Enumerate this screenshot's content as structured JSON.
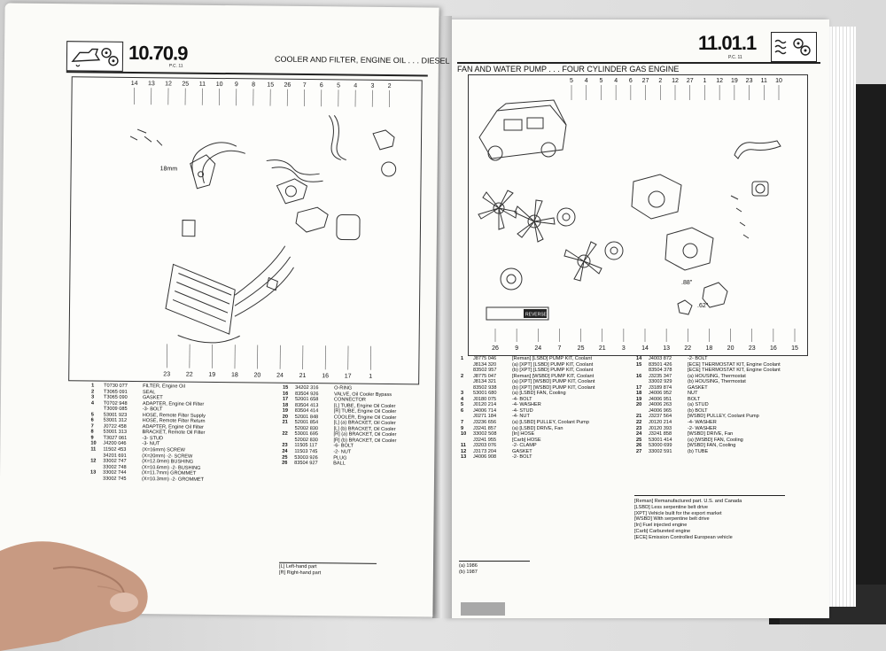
{
  "left": {
    "section_number": "10.70.9",
    "pc": "P.C. 11",
    "title": "COOLER AND FILTER, ENGINE OIL . . . DIESEL",
    "callouts_top": [
      "14",
      "13",
      "12",
      "25",
      "11",
      "10",
      "9",
      "8",
      "15",
      "26",
      "7",
      "6",
      "5",
      "4",
      "3",
      "2"
    ],
    "callouts_bottom": [
      "23",
      "22",
      "19",
      "18",
      "20",
      "24",
      "21",
      "16",
      "17",
      "1"
    ],
    "callout_mid": "18mm",
    "parts_col1": [
      {
        "i": "1",
        "n": "T0730 077",
        "d": "FILTER, Engine Oil"
      },
      {
        "i": "2",
        "n": "T3065 091",
        "d": "SEAL"
      },
      {
        "i": "3",
        "n": "T3065 090",
        "d": "GASKET"
      },
      {
        "i": "4",
        "n": "T0702 948",
        "d": "ADAPTER, Engine Oil Filter"
      },
      {
        "i": "",
        "n": "T3009 085",
        "d": "-3- BOLT"
      },
      {
        "i": "5",
        "n": "53001 923",
        "d": "HOSE, Remote Filter Supply"
      },
      {
        "i": "6",
        "n": "53001 312",
        "d": "HOSE, Remote Filter Return"
      },
      {
        "i": "7",
        "n": "J0722 458",
        "d": "ADAPTER, Engine Oil Filter"
      },
      {
        "i": "8",
        "n": "53001 313",
        "d": "BRACKET, Remote Oil Filter"
      },
      {
        "i": "9",
        "n": "T3027 061",
        "d": "-3- STUD"
      },
      {
        "i": "10",
        "n": "J4200 046",
        "d": "-3- NUT"
      },
      {
        "i": "11",
        "n": "11502 453",
        "d": "(X=16mm) SCREW"
      },
      {
        "i": "",
        "n": "34201 691",
        "d": "(X=20mm) -2- SCREW"
      },
      {
        "i": "12",
        "n": "33002 747",
        "d": "(X=12.0mm) BUSHING"
      },
      {
        "i": "",
        "n": "33002 748",
        "d": "(X=10.6mm) -2- BUSHING"
      },
      {
        "i": "13",
        "n": "33002 744",
        "d": "(X=11.7mm) GROMMET"
      },
      {
        "i": "",
        "n": "33002 745",
        "d": "(X=10.3mm) -2- GROMMET"
      }
    ],
    "parts_col2": [
      {
        "i": "15",
        "n": "34202 316",
        "d": "O-RING"
      },
      {
        "i": "16",
        "n": "83504 926",
        "d": "VALVE, Oil Cooler Bypass"
      },
      {
        "i": "17",
        "n": "52001 658",
        "d": "CONNECTOR"
      },
      {
        "i": "18",
        "n": "83504 413",
        "d": "[L] TUBE, Engine Oil Cooler"
      },
      {
        "i": "19",
        "n": "83504 414",
        "d": "[R] TUBE, Engine Oil Cooler"
      },
      {
        "i": "20",
        "n": "52001 848",
        "d": "COOLER, Engine Oil Cooler"
      },
      {
        "i": "21",
        "n": "52001 854",
        "d": "[L] (a) BRACKET, Oil Cooler"
      },
      {
        "i": "",
        "n": "52002 830",
        "d": "[L] (b) BRACKET, Oil Cooler"
      },
      {
        "i": "22",
        "n": "53001 695",
        "d": "[R] (a) BRACKET, Oil Cooler"
      },
      {
        "i": "",
        "n": "52002 830",
        "d": "[R] (b) BRACKET, Oil Cooler"
      },
      {
        "i": "23",
        "n": "11505 117",
        "d": "-6- BOLT"
      },
      {
        "i": "24",
        "n": "11503 745",
        "d": "-2- NUT"
      },
      {
        "i": "25",
        "n": "53003 926",
        "d": "PLUG"
      },
      {
        "i": "26",
        "n": "83504 927",
        "d": "BALL"
      }
    ],
    "legend": [
      "[L] Left-hand part",
      "[R] Right-hand part"
    ]
  },
  "right": {
    "section_number": "11.01.1",
    "pc": "P.C. 11",
    "title": "FAN AND WATER PUMP . . . FOUR CYLINDER GAS ENGINE",
    "callouts_top": [
      "5",
      "4",
      "5",
      "4",
      "6",
      "27",
      "2",
      "12",
      "27",
      "1",
      "12",
      "19",
      "23",
      "11",
      "10"
    ],
    "callouts_bottom": [
      "26",
      "9",
      "24",
      "7",
      "25",
      "21",
      "3",
      "14",
      "13",
      "22",
      "18",
      "20",
      "23",
      "16",
      "15"
    ],
    "callout_reverse": "REVERSE",
    "callout_dims": [
      ".88\"",
      ".62\""
    ],
    "parts_col1": [
      {
        "i": "1",
        "n": "J8775 046",
        "d": "[Reman] [LSBD] PUMP KIT, Coolant"
      },
      {
        "i": "",
        "n": "J8134 320",
        "d": "(a) [XPT] [LSBD] PUMP KIT, Coolant"
      },
      {
        "i": "",
        "n": "83502 957",
        "d": "(b) [XPT] [LSBD] PUMP KIT, Coolant"
      },
      {
        "i": "2",
        "n": "J8775 047",
        "d": "[Reman] [WSBD] PUMP KIT, Coolant"
      },
      {
        "i": "",
        "n": "J8134 321",
        "d": "(a) [XPT] [WSBD] PUMP KIT, Coolant"
      },
      {
        "i": "",
        "n": "83502 938",
        "d": "(b) [XPT] [WSBD] PUMP KIT, Coolant"
      },
      {
        "i": "3",
        "n": "53001 680",
        "d": "(a) [LSBD] FAN, Cooling"
      },
      {
        "i": "4",
        "n": "J0180 075",
        "d": "-4- BOLT"
      },
      {
        "i": "5",
        "n": "J0120 214",
        "d": "-4- WASHER"
      },
      {
        "i": "6",
        "n": "J4006 714",
        "d": "-4- STUD"
      },
      {
        "i": "",
        "n": "J0271 184",
        "d": "-4- NUT"
      },
      {
        "i": "7",
        "n": "J3236 656",
        "d": "(a) [LSBD] PULLEY, Coolant Pump"
      },
      {
        "i": "9",
        "n": "J3241 857",
        "d": "(a) [LSBD] DRIVE, Fan"
      },
      {
        "i": "10",
        "n": "33002 508",
        "d": "[In] HOSE"
      },
      {
        "i": "",
        "n": "J3241 955",
        "d": "[Carb] HOSE"
      },
      {
        "i": "11",
        "n": "J3203 076",
        "d": "-2- CLAMP"
      },
      {
        "i": "12",
        "n": "J3173 204",
        "d": "GASKET"
      },
      {
        "i": "13",
        "n": "J4006 908",
        "d": "-2- BOLT"
      }
    ],
    "parts_col2": [
      {
        "i": "14",
        "n": "J4003 872",
        "d": "-2- BOLT"
      },
      {
        "i": "15",
        "n": "83501 426",
        "d": "[ECE] THERMOSTAT KIT, Engine Coolant"
      },
      {
        "i": "",
        "n": "83504 378",
        "d": "[ECE] THERMOSTAT KIT, Engine Coolant"
      },
      {
        "i": "16",
        "n": "J3235 347",
        "d": "(a) HOUSING, Thermostat"
      },
      {
        "i": "",
        "n": "33002 929",
        "d": "(b) HOUSING, Thermostat"
      },
      {
        "i": "17",
        "n": "J3189 874",
        "d": "GASKET"
      },
      {
        "i": "18",
        "n": "J4006 952",
        "d": "NUT"
      },
      {
        "i": "19",
        "n": "J4006 951",
        "d": "BOLT"
      },
      {
        "i": "20",
        "n": "J4006 263",
        "d": "(a) STUD"
      },
      {
        "i": "",
        "n": "J4006 965",
        "d": "(b) BOLT"
      },
      {
        "i": "21",
        "n": "J3237 564",
        "d": "[WSBD] PULLEY, Coolant Pump"
      },
      {
        "i": "22",
        "n": "J0120 214",
        "d": "-4- WASHER"
      },
      {
        "i": "23",
        "n": "J0120 393",
        "d": "-2- WASHER"
      },
      {
        "i": "24",
        "n": "J3241 858",
        "d": "[WSBD] DRIVE, Fan"
      },
      {
        "i": "25",
        "n": "53001 414",
        "d": "(a) [WSBD] FAN, Cooling"
      },
      {
        "i": "26",
        "n": "53000 699",
        "d": "[WSBD] FAN, Cooling"
      },
      {
        "i": "27",
        "n": "33002 591",
        "d": "(b) TUBE"
      }
    ],
    "legend": [
      "[Reman] Remanufactured part. U.S. and Canada",
      "[LSBD] Less serpentine belt drive",
      "[XPT] Vehicle built for the export market",
      "[WSBD] With serpentine belt drive",
      "[In] Fuel injected engine",
      "[Carb] Carbureted engine",
      "[ECE] Emission Controlled European vehicle"
    ],
    "years": [
      "(a) 1986",
      "(b) 1987"
    ]
  }
}
